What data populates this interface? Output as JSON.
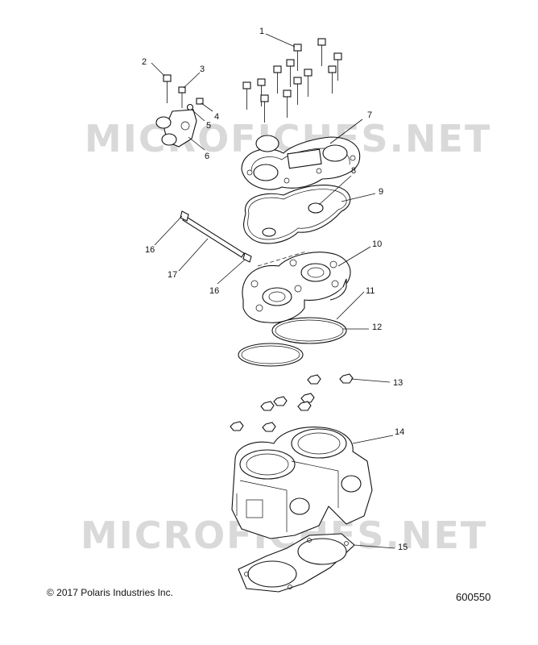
{
  "watermark": {
    "text": "MICROFICHES.NET"
  },
  "footer": {
    "copyright": "© 2017 Polaris Industries Inc.",
    "figure_number": "600550"
  },
  "callouts": [
    {
      "id": "c1",
      "label": "1"
    },
    {
      "id": "c2",
      "label": "2"
    },
    {
      "id": "c3",
      "label": "3"
    },
    {
      "id": "c4",
      "label": "4"
    },
    {
      "id": "c5",
      "label": "5"
    },
    {
      "id": "c6",
      "label": "6"
    },
    {
      "id": "c7",
      "label": "7"
    },
    {
      "id": "c8",
      "label": "8"
    },
    {
      "id": "c9",
      "label": "9"
    },
    {
      "id": "c10",
      "label": "10"
    },
    {
      "id": "c11",
      "label": "11"
    },
    {
      "id": "c12",
      "label": "12"
    },
    {
      "id": "c13",
      "label": "13"
    },
    {
      "id": "c14",
      "label": "14"
    },
    {
      "id": "c15",
      "label": "15"
    },
    {
      "id": "c16a",
      "label": "16"
    },
    {
      "id": "c16b",
      "label": "16"
    },
    {
      "id": "c17",
      "label": "17"
    }
  ]
}
